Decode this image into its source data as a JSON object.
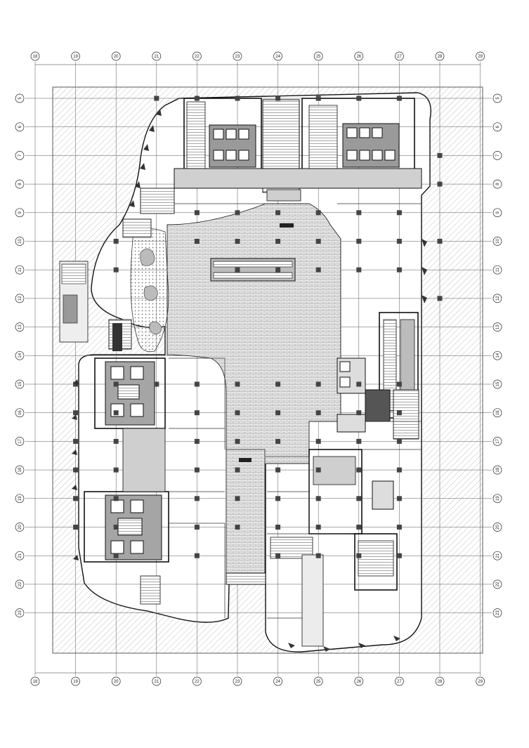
{
  "drawing": {
    "type": "architectural floor plan",
    "grid_columns": [
      "18",
      "19",
      "20",
      "21",
      "22",
      "23",
      "24",
      "25",
      "26",
      "27",
      "28",
      "29"
    ],
    "grid_rows": [
      "5",
      "6",
      "7",
      "8",
      "9",
      "10",
      "11",
      "12",
      "13",
      "14",
      "15",
      "16",
      "17",
      "18",
      "19",
      "20",
      "21",
      "22",
      "23"
    ]
  },
  "colors": {
    "line": "#111111",
    "hatch": "#9a9a9a",
    "paving": "#d9d9d9",
    "core_dark": "#555555",
    "column": "#444444",
    "background": "#ffffff"
  },
  "symbols": [
    "column",
    "grid-bubble",
    "escalator",
    "stair",
    "lift",
    "hatch-area",
    "curtain-wall",
    "planter"
  ]
}
